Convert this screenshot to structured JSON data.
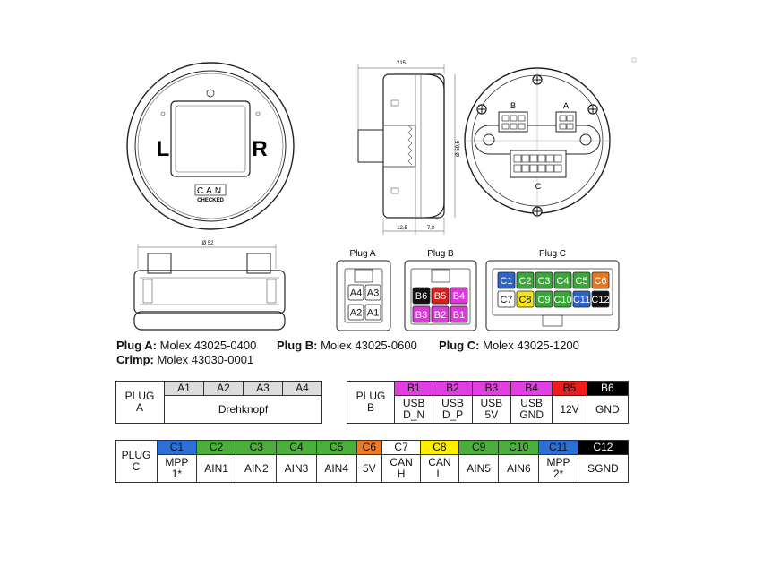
{
  "gauge": {
    "left_label": "L",
    "right_label": "R",
    "badge_top": "CAN",
    "badge_bottom": "CHECKED"
  },
  "side_view": {
    "dim_width": "215",
    "dim_diameter": "Ø 59,5",
    "dim_depth": "12,5",
    "dim_flange": "7,8"
  },
  "rear_view": {
    "connector_b": "B",
    "connector_a": "A",
    "connector_c": "C"
  },
  "bottom_view": {
    "dim_diameter": "Ø 52"
  },
  "plugs": {
    "plug_a_title": "Plug A",
    "plug_b_title": "Plug B",
    "plug_c_title": "Plug C",
    "plug_a_pins": [
      "A4",
      "A3",
      "A2",
      "A1"
    ],
    "plug_b_pins": [
      {
        "label": "B6",
        "color": "#111111",
        "text": "#ffffff"
      },
      {
        "label": "B5",
        "color": "#d61f1f",
        "text": "#ffffff"
      },
      {
        "label": "B4",
        "color": "#d93ad9",
        "text": "#ffffff"
      },
      {
        "label": "B3",
        "color": "#d93ad9",
        "text": "#ffffff"
      },
      {
        "label": "B2",
        "color": "#d93ad9",
        "text": "#ffffff"
      },
      {
        "label": "B1",
        "color": "#d93ad9",
        "text": "#ffffff"
      }
    ],
    "plug_c_pins": [
      {
        "label": "C1",
        "color": "#2e63c8",
        "text": "#ffffff"
      },
      {
        "label": "C2",
        "color": "#3aa63a",
        "text": "#ffffff"
      },
      {
        "label": "C3",
        "color": "#3aa63a",
        "text": "#ffffff"
      },
      {
        "label": "C4",
        "color": "#3aa63a",
        "text": "#ffffff"
      },
      {
        "label": "C5",
        "color": "#3aa63a",
        "text": "#ffffff"
      },
      {
        "label": "C6",
        "color": "#e8761e",
        "text": "#ffffff"
      },
      {
        "label": "C7",
        "color": "#ffffff",
        "text": "#111111"
      },
      {
        "label": "C8",
        "color": "#f2e21a",
        "text": "#111111"
      },
      {
        "label": "C9",
        "color": "#3aa63a",
        "text": "#ffffff"
      },
      {
        "label": "C10",
        "color": "#3aa63a",
        "text": "#ffffff"
      },
      {
        "label": "C11",
        "color": "#2e63c8",
        "text": "#ffffff"
      },
      {
        "label": "C12",
        "color": "#111111",
        "text": "#ffffff"
      }
    ]
  },
  "captions": {
    "plug_a_label": "Plug A:",
    "plug_a_part": " Molex 43025-0400",
    "plug_b_label": "Plug B:",
    "plug_b_part": " Molex 43025-0600",
    "plug_c_label": "Plug C:",
    "plug_c_part": " Molex 43025-1200",
    "crimp_label": "Crimp:",
    "crimp_part": " Molex 43030-0001"
  },
  "table_a": {
    "plug": "PLUG\nA",
    "headers": [
      "A1",
      "A2",
      "A3",
      "A4"
    ],
    "function": "Drehknopf"
  },
  "table_b": {
    "plug": "PLUG\nB",
    "headers": [
      {
        "label": "B1",
        "bg": "#e040e0",
        "fg": "#111111"
      },
      {
        "label": "B2",
        "bg": "#e040e0",
        "fg": "#111111"
      },
      {
        "label": "B3",
        "bg": "#e040e0",
        "fg": "#111111"
      },
      {
        "label": "B4",
        "bg": "#e040e0",
        "fg": "#111111"
      },
      {
        "label": "B5",
        "bg": "#ee1c1c",
        "fg": "#111111"
      },
      {
        "label": "B6",
        "bg": "#000000",
        "fg": "#ffffff"
      }
    ],
    "functions": [
      "USB\nD_N",
      "USB\nD_P",
      "USB\n5V",
      "USB\nGND",
      "12V",
      "GND"
    ]
  },
  "table_c": {
    "plug": "PLUG\nC",
    "headers": [
      {
        "label": "C1",
        "bg": "#2e6fd6",
        "fg": "#111111"
      },
      {
        "label": "C2",
        "bg": "#4caf3c",
        "fg": "#111111"
      },
      {
        "label": "C3",
        "bg": "#4caf3c",
        "fg": "#111111"
      },
      {
        "label": "C4",
        "bg": "#4caf3c",
        "fg": "#111111"
      },
      {
        "label": "C5",
        "bg": "#4caf3c",
        "fg": "#111111"
      },
      {
        "label": "C6",
        "bg": "#f07a22",
        "fg": "#111111"
      },
      {
        "label": "C7",
        "bg": "#ffffff",
        "fg": "#111111"
      },
      {
        "label": "C8",
        "bg": "#ffee00",
        "fg": "#111111"
      },
      {
        "label": "C9",
        "bg": "#4caf3c",
        "fg": "#111111"
      },
      {
        "label": "C10",
        "bg": "#4caf3c",
        "fg": "#111111"
      },
      {
        "label": "C11",
        "bg": "#2e6fd6",
        "fg": "#111111"
      },
      {
        "label": "C12",
        "bg": "#000000",
        "fg": "#ffffff"
      }
    ],
    "functions": [
      "MPP\n1*",
      "AIN1",
      "AIN2",
      "AIN3",
      "AIN4",
      "5V",
      "CAN\nH",
      "CAN\nL",
      "AIN5",
      "AIN6",
      "MPP\n2*",
      "SGND"
    ]
  }
}
